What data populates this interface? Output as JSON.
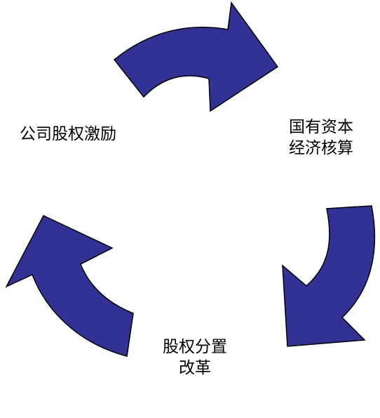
{
  "diagram": {
    "type": "cycle",
    "arrow_color": "#323296",
    "arrow_stroke": "#000000",
    "nodes": [
      {
        "id": "left",
        "lines": [
          "公司股权激励"
        ]
      },
      {
        "id": "right",
        "lines": [
          "国有资本",
          "经济核算"
        ]
      },
      {
        "id": "bottom",
        "lines": [
          "股权分置",
          "改革"
        ]
      }
    ]
  }
}
